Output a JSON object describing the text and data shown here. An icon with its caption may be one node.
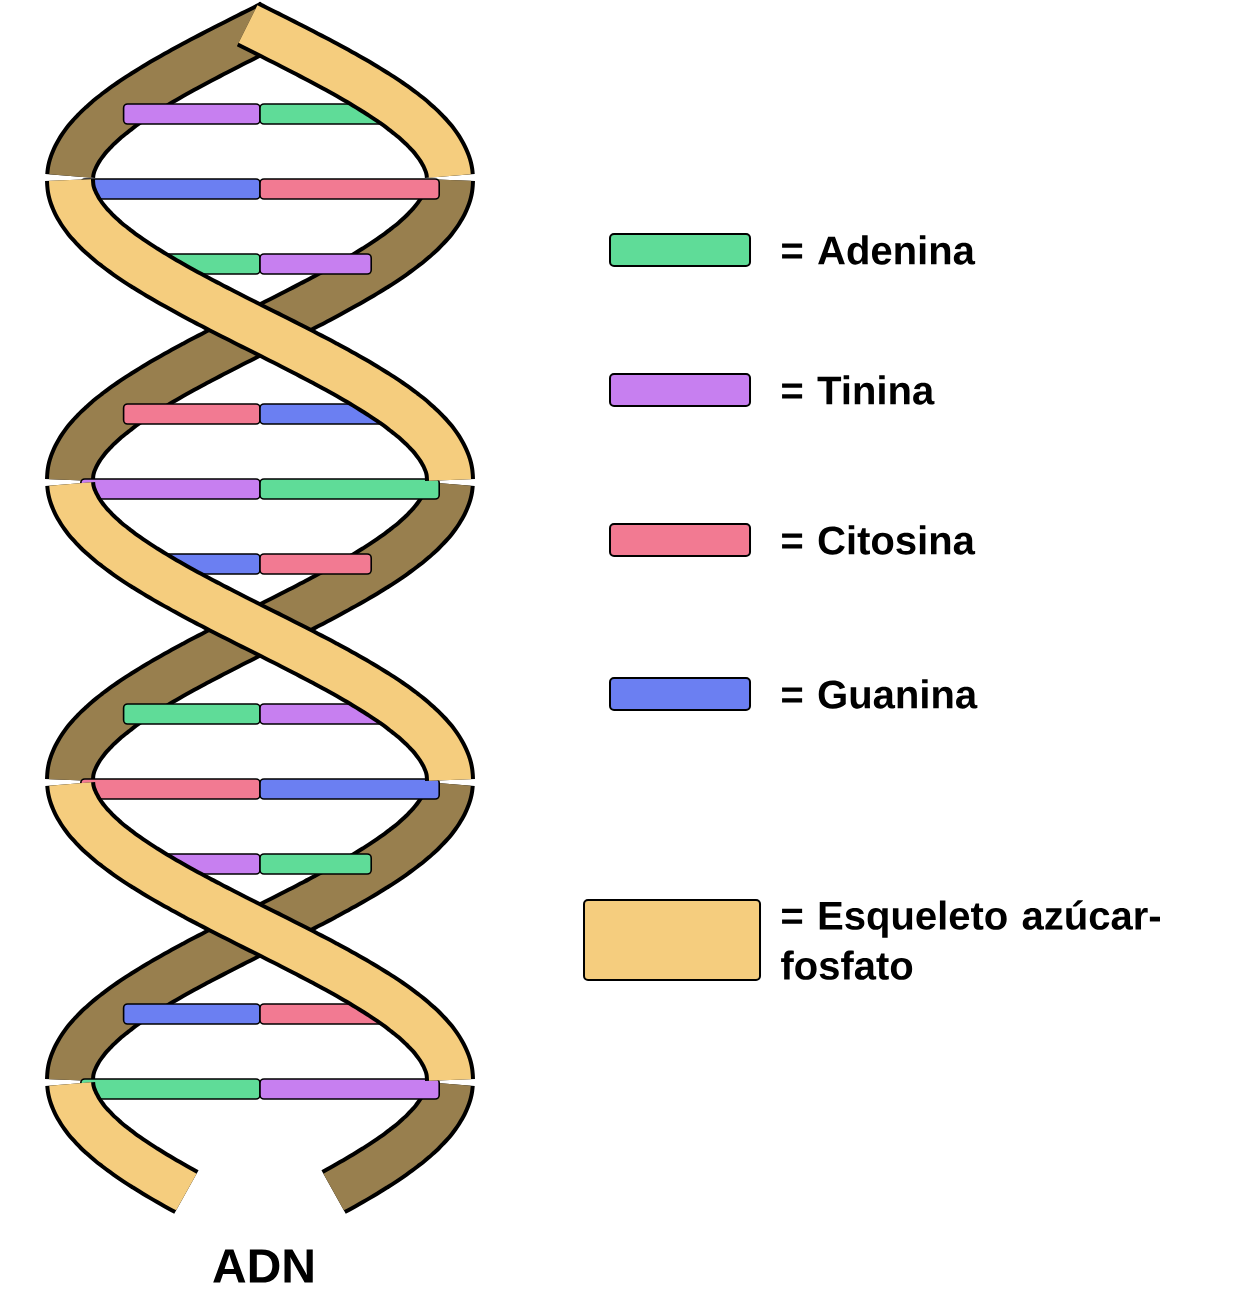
{
  "diagram": {
    "caption": "ADN",
    "legend": [
      {
        "text": "= Adenina",
        "color": "#5fdc98"
      },
      {
        "text": "= Tinina",
        "color": "#c77ff0"
      },
      {
        "text": "= Citosina",
        "color": "#f27a92"
      },
      {
        "text": "= Guanina",
        "color": "#6b7ff2"
      },
      {
        "text": "= Esqueleto azúcar-fosfato",
        "color": "#f5cd7e"
      }
    ]
  }
}
